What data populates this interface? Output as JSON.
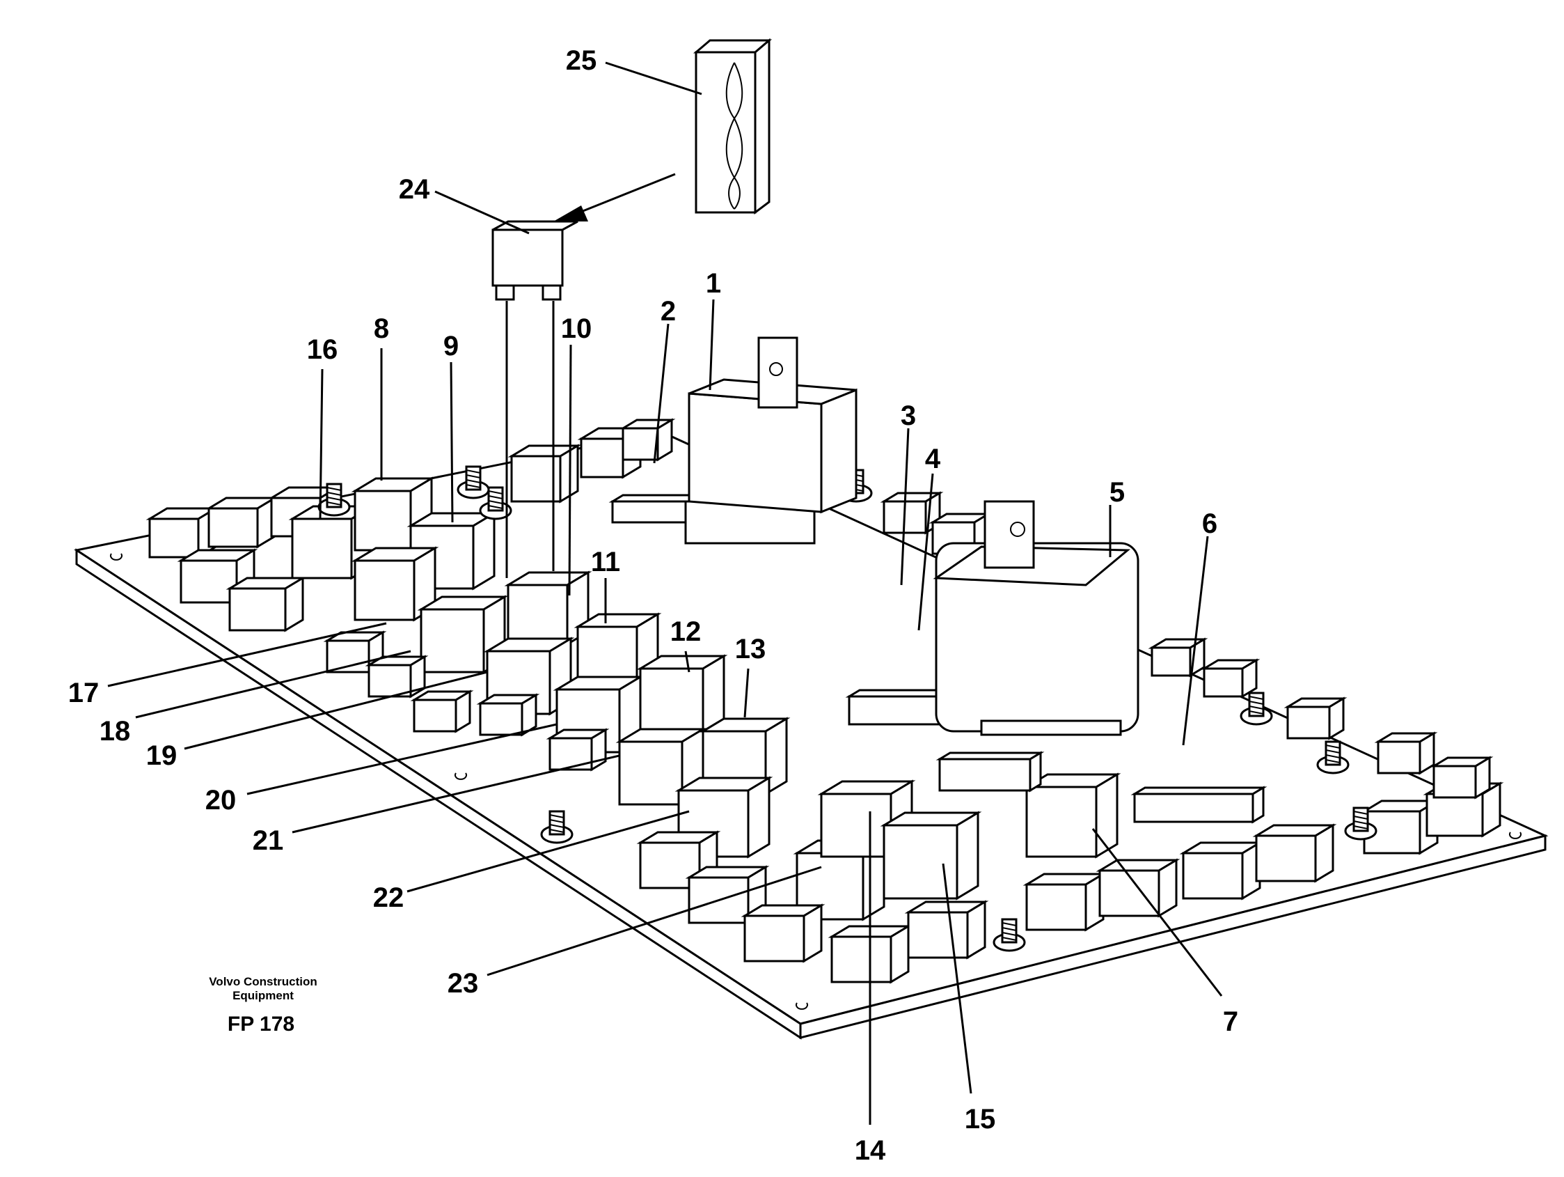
{
  "diagram": {
    "parts": [
      {
        "id": "1",
        "label": "1"
      },
      {
        "id": "2",
        "label": "2"
      },
      {
        "id": "3",
        "label": "3"
      },
      {
        "id": "4",
        "label": "4"
      },
      {
        "id": "5",
        "label": "5"
      },
      {
        "id": "6",
        "label": "6"
      },
      {
        "id": "7",
        "label": "7"
      },
      {
        "id": "8",
        "label": "8"
      },
      {
        "id": "9",
        "label": "9"
      },
      {
        "id": "10",
        "label": "10"
      },
      {
        "id": "11",
        "label": "11"
      },
      {
        "id": "12",
        "label": "12"
      },
      {
        "id": "13",
        "label": "13"
      },
      {
        "id": "14",
        "label": "14"
      },
      {
        "id": "15",
        "label": "15"
      },
      {
        "id": "16",
        "label": "16"
      },
      {
        "id": "17",
        "label": "17"
      },
      {
        "id": "18",
        "label": "18"
      },
      {
        "id": "19",
        "label": "19"
      },
      {
        "id": "20",
        "label": "20"
      },
      {
        "id": "21",
        "label": "21"
      },
      {
        "id": "22",
        "label": "22"
      },
      {
        "id": "23",
        "label": "23"
      },
      {
        "id": "24",
        "label": "24"
      },
      {
        "id": "25",
        "label": "25"
      }
    ]
  },
  "footer": {
    "brand_line1": "Volvo Construction",
    "brand_line2": "Equipment",
    "figure_code": "FP 178"
  }
}
